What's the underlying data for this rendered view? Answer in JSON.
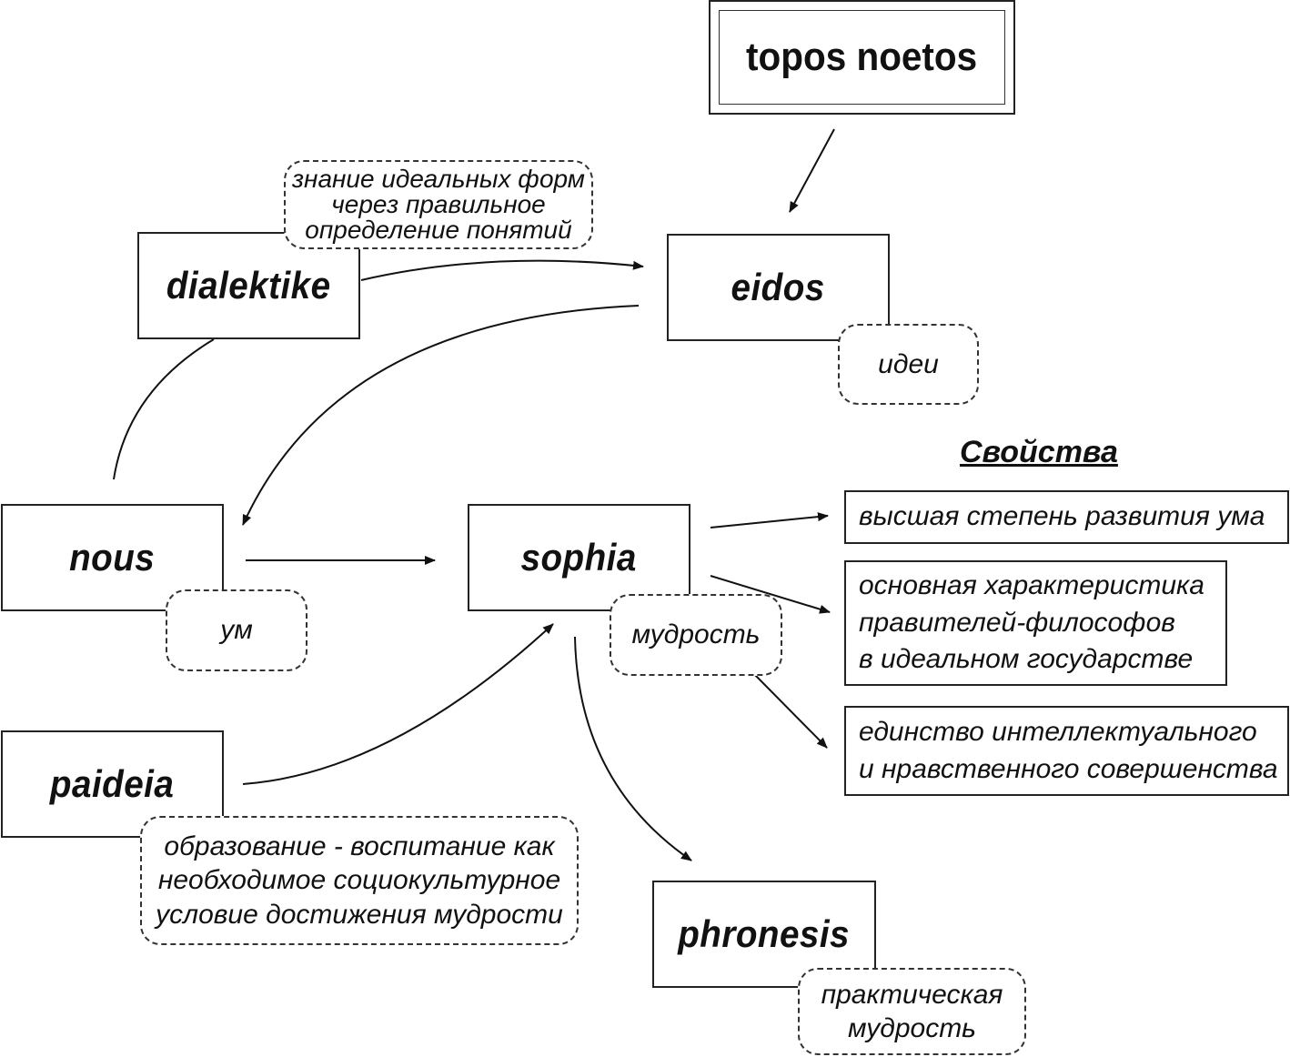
{
  "diagram": {
    "header": "topos noetos",
    "terms": {
      "dialektike": "dialektike",
      "eidos": "eidos",
      "nous": "nous",
      "sophia": "sophia",
      "paideia": "paideia",
      "phronesis": "phronesis"
    },
    "notes": {
      "dialektike": [
        "знание идеальных форм",
        "через правильное",
        "определение понятий"
      ],
      "eidos": [
        "идеи"
      ],
      "nous": [
        "ум"
      ],
      "sophia": [
        "мудрость"
      ],
      "paideia": [
        "образование - воспитание как",
        "необходимое социокультурное",
        "условие достижения мудрости"
      ],
      "phronesis": [
        "практическая",
        "мудрость"
      ]
    },
    "properties_heading": "Свойства",
    "properties": [
      [
        "высшая степень развития ума"
      ],
      [
        "основная характеристика",
        "правителей-философов",
        "в идеальном государстве"
      ],
      [
        "единство интеллектуального",
        "и нравственного совершенства"
      ]
    ]
  }
}
